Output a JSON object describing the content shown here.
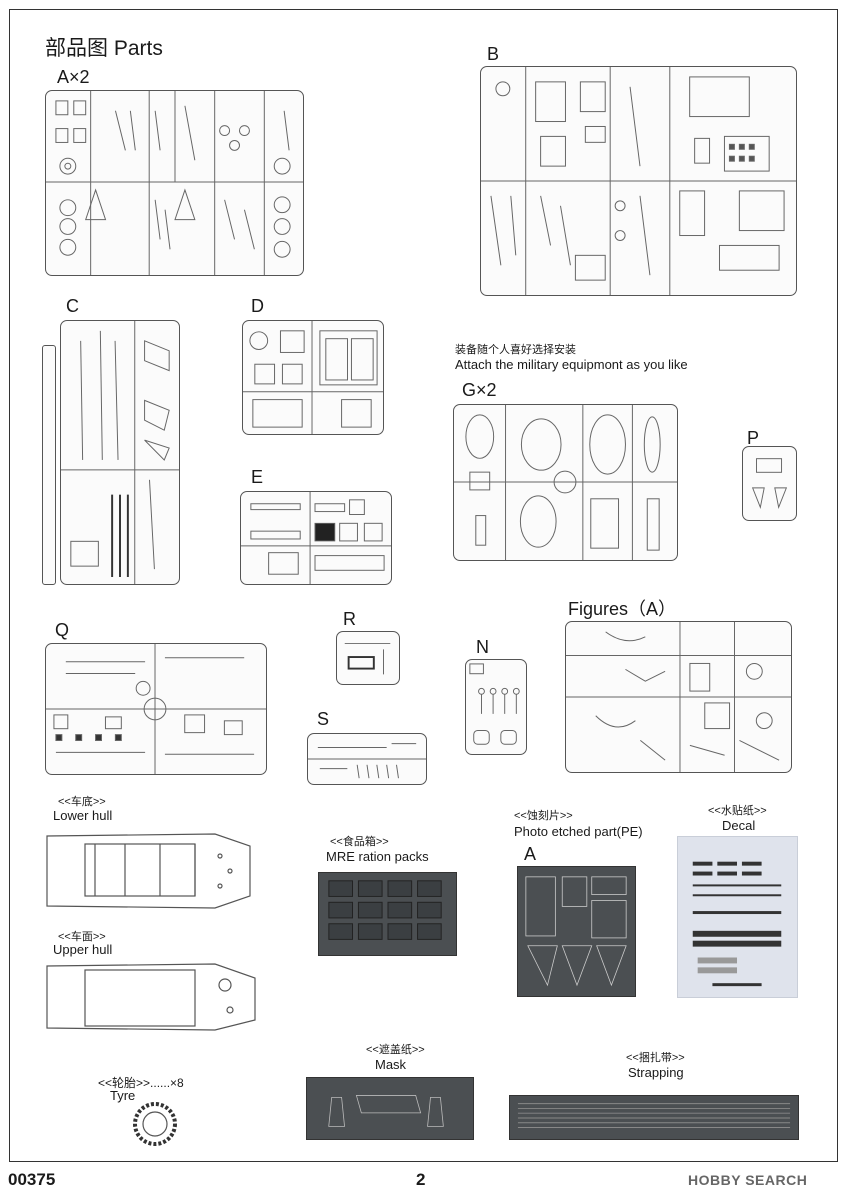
{
  "title": "部品图  Parts",
  "sprues": {
    "a": "A×2",
    "b": "B",
    "c": "C",
    "d": "D",
    "e": "E",
    "g": "G×2",
    "p": "P",
    "q": "Q",
    "r": "R",
    "s": "S",
    "n": "N",
    "figures": "Figures（A）"
  },
  "optional_note": {
    "cn": "装备随个人喜好选择安装",
    "en": "Attach the military equipmont as you like"
  },
  "parts": {
    "lower_hull": {
      "cn": "<<车底>>",
      "en": "Lower hull"
    },
    "upper_hull": {
      "cn": "<<车面>>",
      "en": "Upper hull"
    },
    "tyre": {
      "cn": "<<轮胎>>......×8",
      "en": "Tyre"
    },
    "mre": {
      "cn": "<<食品箱>>",
      "en": "MRE ration packs"
    },
    "mask": {
      "cn": "<<遮盖纸>>",
      "en": "Mask"
    },
    "pe": {
      "cn": "<<蚀刻片>>",
      "en": "Photo etched part(PE)",
      "letter": "A"
    },
    "decal": {
      "cn": "<<水贴纸>>",
      "en": "Decal"
    },
    "strapping": {
      "cn": "<<捆扎带>>",
      "en": "Strapping"
    }
  },
  "footer": {
    "code": "00375",
    "page": "2",
    "brand": "HOBBY SEARCH"
  }
}
